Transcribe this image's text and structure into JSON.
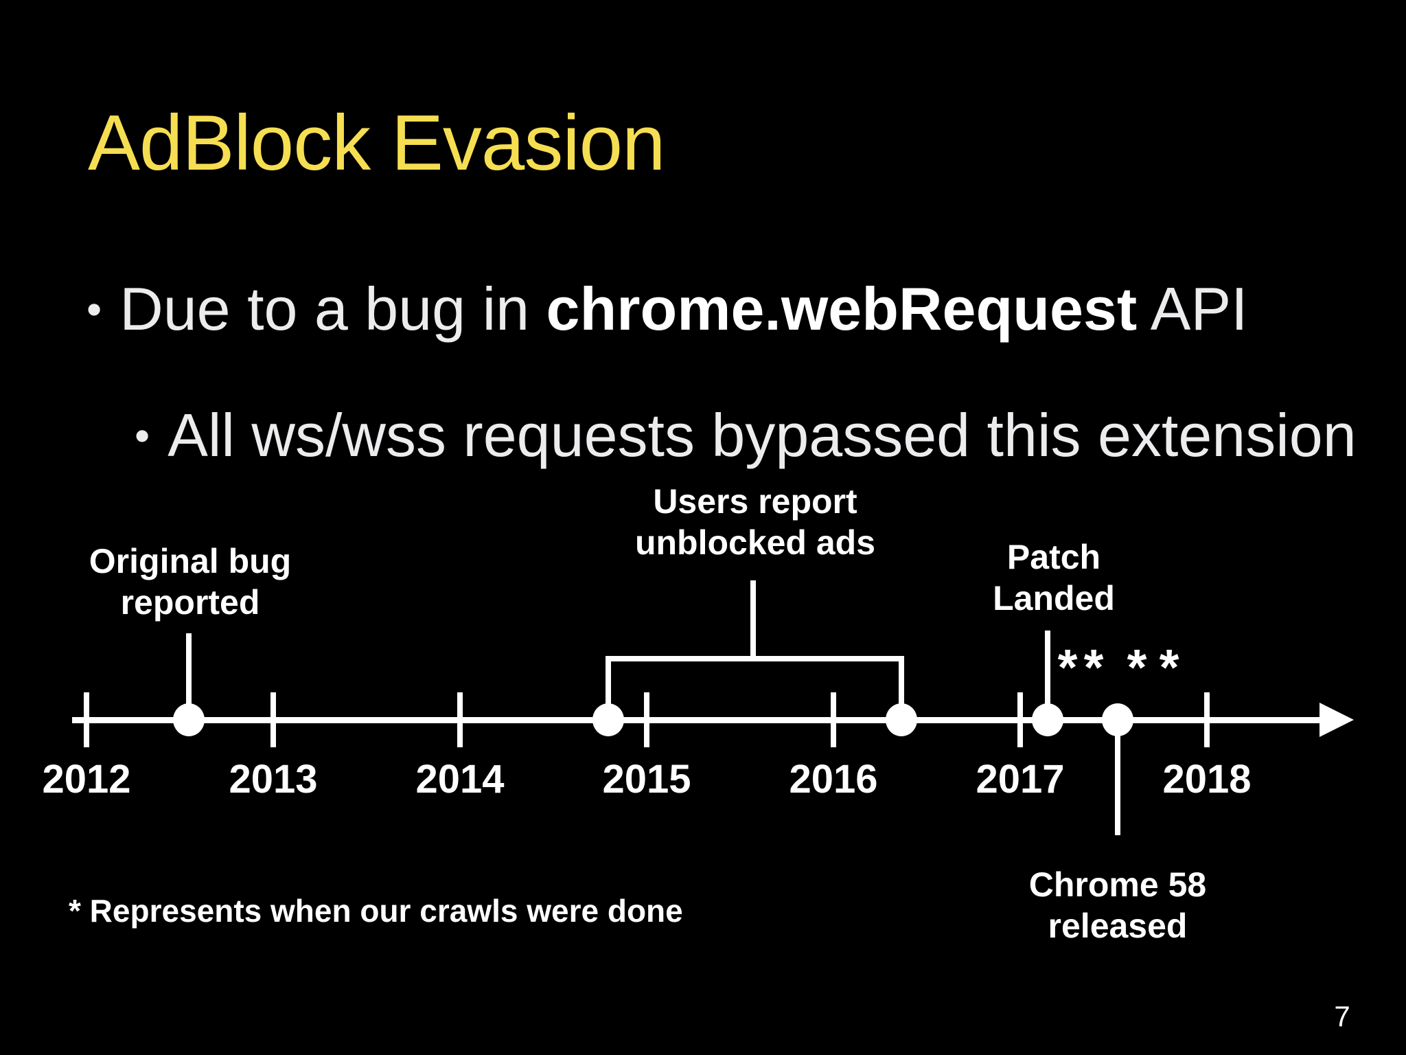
{
  "slide": {
    "title": "AdBlock Evasion",
    "page_number": "7",
    "colors": {
      "background": "#000000",
      "title_yellow": "#F6DE52",
      "body_text": "#ECECEE",
      "timeline_white": "#FFFFFF"
    }
  },
  "bullets": {
    "bullet_char": "•",
    "item1": {
      "prefix": "Due to a bug in ",
      "bold": "chrome.webRequest",
      "suffix": " API"
    },
    "item2": {
      "text": "All ws/wss requests bypassed this extension"
    }
  },
  "timeline": {
    "years": [
      "2012",
      "2013",
      "2014",
      "2015",
      "2016",
      "2017",
      "2018"
    ],
    "events": {
      "original_bug": {
        "line1": "Original bug",
        "line2": "reported"
      },
      "users_report": {
        "line1": "Users report",
        "line2": "unblocked ads"
      },
      "patch": {
        "line1": "Patch",
        "line2": "Landed"
      },
      "chrome58": {
        "line1": "Chrome 58",
        "line2": "released"
      }
    },
    "crawl_markers": [
      "*",
      "*",
      "*",
      "*"
    ]
  },
  "footnote": "* Represents when our crawls were done"
}
